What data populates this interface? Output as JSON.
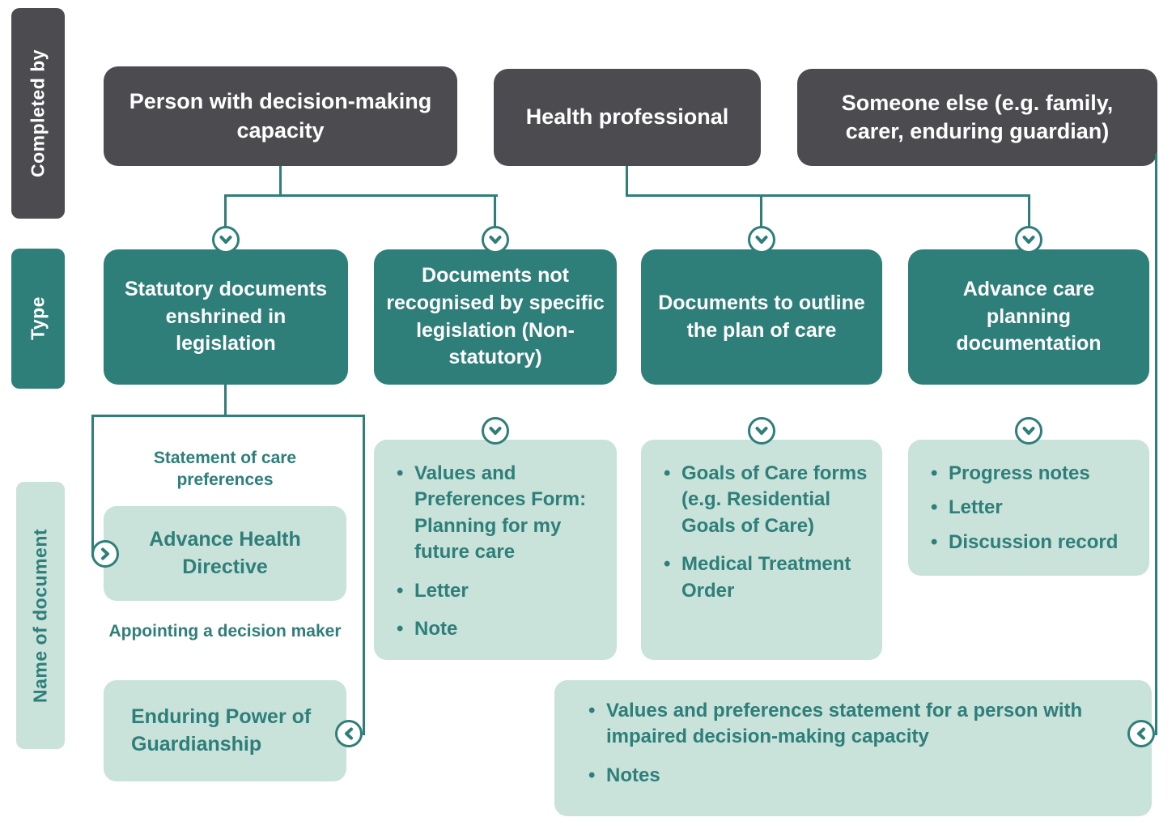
{
  "colors": {
    "dark_gray": "#4b4b50",
    "teal": "#2e7e79",
    "light_green": "#c9e2da",
    "background": "#ffffff"
  },
  "side_labels": {
    "completed_by": "Completed by",
    "type": "Type",
    "name_of_document": "Name of document"
  },
  "completed_by_boxes": [
    "Person with decision-making capacity",
    "Health professional",
    "Someone else (e.g. family, carer, enduring guardian)"
  ],
  "type_boxes": [
    "Statutory documents enshrined in legislation",
    "Documents not recognised by specific legislation (Non-statutory)",
    "Documents to outline the plan of care",
    "Advance care planning documentation"
  ],
  "statutory_docs": {
    "care_preferences_label": "Statement of care preferences",
    "care_preferences_doc": "Advance Health Directive",
    "decision_maker_label": "Appointing a decision maker",
    "decision_maker_doc": "Enduring Power of Guardianship"
  },
  "non_statutory_docs": [
    "Values and Preferences Form: Planning for my future care",
    "Letter",
    "Note"
  ],
  "plan_of_care_docs": [
    "Goals of Care forms (e.g. Residential Goals of Care)",
    "Medical Treatment Order"
  ],
  "acp_docs": [
    "Progress notes",
    "Letter",
    "Discussion record"
  ],
  "someone_else_docs": [
    "Values and preferences statement for a person with impaired decision-making capacity",
    "Notes"
  ],
  "icons": {
    "chevron_down": "chevron-down-icon",
    "chevron_right": "chevron-right-icon",
    "chevron_left": "chevron-left-icon"
  }
}
